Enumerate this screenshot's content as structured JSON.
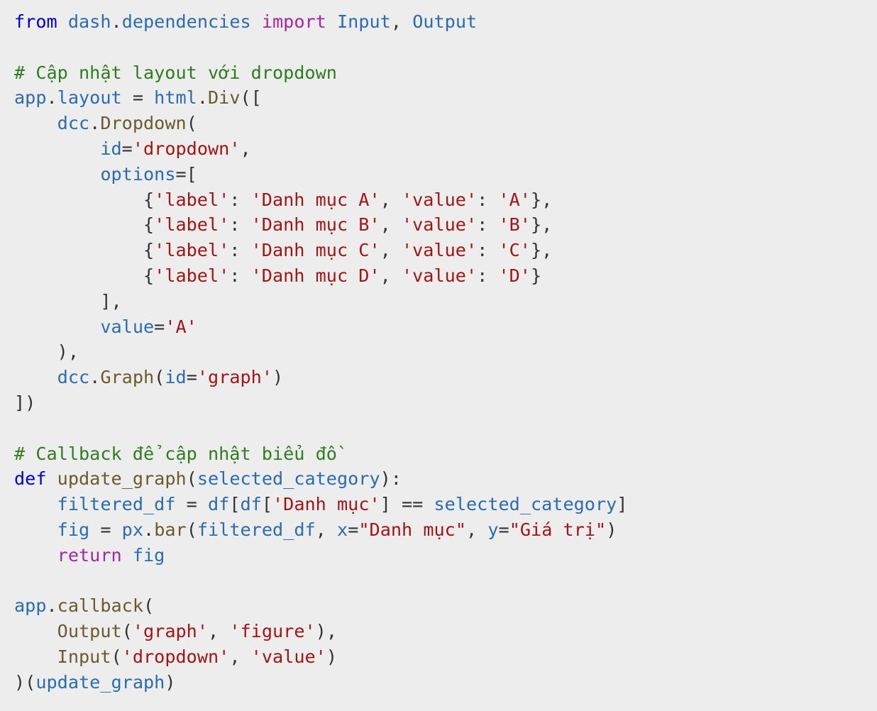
{
  "code": {
    "language": "python",
    "lines": [
      [
        {
          "t": "kw",
          "s": "from"
        },
        {
          "t": "plain",
          "s": " "
        },
        {
          "t": "name",
          "s": "dash"
        },
        {
          "t": "plain",
          "s": "."
        },
        {
          "t": "name",
          "s": "dependencies"
        },
        {
          "t": "plain",
          "s": " "
        },
        {
          "t": "imp",
          "s": "import"
        },
        {
          "t": "plain",
          "s": " "
        },
        {
          "t": "name",
          "s": "Input"
        },
        {
          "t": "plain",
          "s": ", "
        },
        {
          "t": "name",
          "s": "Output"
        }
      ],
      [],
      [
        {
          "t": "cmt",
          "s": "# Cập nhật layout với dropdown"
        }
      ],
      [
        {
          "t": "name",
          "s": "app"
        },
        {
          "t": "plain",
          "s": "."
        },
        {
          "t": "name",
          "s": "layout"
        },
        {
          "t": "plain",
          "s": " = "
        },
        {
          "t": "name",
          "s": "html"
        },
        {
          "t": "plain",
          "s": "."
        },
        {
          "t": "fn",
          "s": "Div"
        },
        {
          "t": "plain",
          "s": "(["
        }
      ],
      [
        {
          "t": "plain",
          "s": "    "
        },
        {
          "t": "name",
          "s": "dcc"
        },
        {
          "t": "plain",
          "s": "."
        },
        {
          "t": "fn",
          "s": "Dropdown"
        },
        {
          "t": "plain",
          "s": "("
        }
      ],
      [
        {
          "t": "plain",
          "s": "        "
        },
        {
          "t": "name",
          "s": "id"
        },
        {
          "t": "plain",
          "s": "="
        },
        {
          "t": "str",
          "s": "'dropdown'"
        },
        {
          "t": "plain",
          "s": ","
        }
      ],
      [
        {
          "t": "plain",
          "s": "        "
        },
        {
          "t": "name",
          "s": "options"
        },
        {
          "t": "plain",
          "s": "=["
        }
      ],
      [
        {
          "t": "plain",
          "s": "            {"
        },
        {
          "t": "str",
          "s": "'label'"
        },
        {
          "t": "plain",
          "s": ": "
        },
        {
          "t": "str",
          "s": "'Danh mục A'"
        },
        {
          "t": "plain",
          "s": ", "
        },
        {
          "t": "str",
          "s": "'value'"
        },
        {
          "t": "plain",
          "s": ": "
        },
        {
          "t": "str",
          "s": "'A'"
        },
        {
          "t": "plain",
          "s": "},"
        }
      ],
      [
        {
          "t": "plain",
          "s": "            {"
        },
        {
          "t": "str",
          "s": "'label'"
        },
        {
          "t": "plain",
          "s": ": "
        },
        {
          "t": "str",
          "s": "'Danh mục B'"
        },
        {
          "t": "plain",
          "s": ", "
        },
        {
          "t": "str",
          "s": "'value'"
        },
        {
          "t": "plain",
          "s": ": "
        },
        {
          "t": "str",
          "s": "'B'"
        },
        {
          "t": "plain",
          "s": "},"
        }
      ],
      [
        {
          "t": "plain",
          "s": "            {"
        },
        {
          "t": "str",
          "s": "'label'"
        },
        {
          "t": "plain",
          "s": ": "
        },
        {
          "t": "str",
          "s": "'Danh mục C'"
        },
        {
          "t": "plain",
          "s": ", "
        },
        {
          "t": "str",
          "s": "'value'"
        },
        {
          "t": "plain",
          "s": ": "
        },
        {
          "t": "str",
          "s": "'C'"
        },
        {
          "t": "plain",
          "s": "},"
        }
      ],
      [
        {
          "t": "plain",
          "s": "            {"
        },
        {
          "t": "str",
          "s": "'label'"
        },
        {
          "t": "plain",
          "s": ": "
        },
        {
          "t": "str",
          "s": "'Danh mục D'"
        },
        {
          "t": "plain",
          "s": ", "
        },
        {
          "t": "str",
          "s": "'value'"
        },
        {
          "t": "plain",
          "s": ": "
        },
        {
          "t": "str",
          "s": "'D'"
        },
        {
          "t": "plain",
          "s": "}"
        }
      ],
      [
        {
          "t": "plain",
          "s": "        ],"
        }
      ],
      [
        {
          "t": "plain",
          "s": "        "
        },
        {
          "t": "name",
          "s": "value"
        },
        {
          "t": "plain",
          "s": "="
        },
        {
          "t": "str",
          "s": "'A'"
        }
      ],
      [
        {
          "t": "plain",
          "s": "    ),"
        }
      ],
      [
        {
          "t": "plain",
          "s": "    "
        },
        {
          "t": "name",
          "s": "dcc"
        },
        {
          "t": "plain",
          "s": "."
        },
        {
          "t": "fn",
          "s": "Graph"
        },
        {
          "t": "plain",
          "s": "("
        },
        {
          "t": "name",
          "s": "id"
        },
        {
          "t": "plain",
          "s": "="
        },
        {
          "t": "str",
          "s": "'graph'"
        },
        {
          "t": "plain",
          "s": ")"
        }
      ],
      [
        {
          "t": "plain",
          "s": "])"
        }
      ],
      [],
      [
        {
          "t": "cmt",
          "s": "# Callback để cập nhật biểu đồ"
        }
      ],
      [
        {
          "t": "kw",
          "s": "def"
        },
        {
          "t": "plain",
          "s": " "
        },
        {
          "t": "fn",
          "s": "update_graph"
        },
        {
          "t": "plain",
          "s": "("
        },
        {
          "t": "name",
          "s": "selected_category"
        },
        {
          "t": "plain",
          "s": "):"
        }
      ],
      [
        {
          "t": "plain",
          "s": "    "
        },
        {
          "t": "name",
          "s": "filtered_df"
        },
        {
          "t": "plain",
          "s": " = "
        },
        {
          "t": "name",
          "s": "df"
        },
        {
          "t": "plain",
          "s": "["
        },
        {
          "t": "name",
          "s": "df"
        },
        {
          "t": "plain",
          "s": "["
        },
        {
          "t": "str",
          "s": "'Danh mục'"
        },
        {
          "t": "plain",
          "s": "] == "
        },
        {
          "t": "name",
          "s": "selected_category"
        },
        {
          "t": "plain",
          "s": "]"
        }
      ],
      [
        {
          "t": "plain",
          "s": "    "
        },
        {
          "t": "name",
          "s": "fig"
        },
        {
          "t": "plain",
          "s": " = "
        },
        {
          "t": "name",
          "s": "px"
        },
        {
          "t": "plain",
          "s": "."
        },
        {
          "t": "fn",
          "s": "bar"
        },
        {
          "t": "plain",
          "s": "("
        },
        {
          "t": "name",
          "s": "filtered_df"
        },
        {
          "t": "plain",
          "s": ", "
        },
        {
          "t": "name",
          "s": "x"
        },
        {
          "t": "plain",
          "s": "="
        },
        {
          "t": "str",
          "s": "\"Danh mục\""
        },
        {
          "t": "plain",
          "s": ", "
        },
        {
          "t": "name",
          "s": "y"
        },
        {
          "t": "plain",
          "s": "="
        },
        {
          "t": "str",
          "s": "\"Giá trị\""
        },
        {
          "t": "plain",
          "s": ")"
        }
      ],
      [
        {
          "t": "plain",
          "s": "    "
        },
        {
          "t": "imp",
          "s": "return"
        },
        {
          "t": "plain",
          "s": " "
        },
        {
          "t": "name",
          "s": "fig"
        }
      ],
      [],
      [
        {
          "t": "name",
          "s": "app"
        },
        {
          "t": "plain",
          "s": "."
        },
        {
          "t": "fn",
          "s": "callback"
        },
        {
          "t": "plain",
          "s": "("
        }
      ],
      [
        {
          "t": "plain",
          "s": "    "
        },
        {
          "t": "fn",
          "s": "Output"
        },
        {
          "t": "plain",
          "s": "("
        },
        {
          "t": "str",
          "s": "'graph'"
        },
        {
          "t": "plain",
          "s": ", "
        },
        {
          "t": "str",
          "s": "'figure'"
        },
        {
          "t": "plain",
          "s": "),"
        }
      ],
      [
        {
          "t": "plain",
          "s": "    "
        },
        {
          "t": "fn",
          "s": "Input"
        },
        {
          "t": "plain",
          "s": "("
        },
        {
          "t": "str",
          "s": "'dropdown'"
        },
        {
          "t": "plain",
          "s": ", "
        },
        {
          "t": "str",
          "s": "'value'"
        },
        {
          "t": "plain",
          "s": ")"
        }
      ],
      [
        {
          "t": "plain",
          "s": ")("
        },
        {
          "t": "name",
          "s": "update_graph"
        },
        {
          "t": "plain",
          "s": ")"
        }
      ]
    ]
  }
}
